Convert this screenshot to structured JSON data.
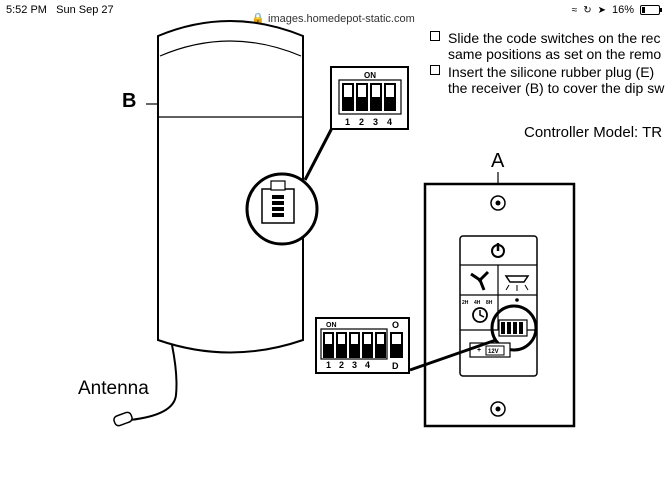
{
  "status_bar": {
    "time": "5:52 PM",
    "date": "Sun Sep 27",
    "url": "images.homedepot-static.com",
    "battery_percent": 16,
    "battery_label": "16%"
  },
  "instructions": [
    {
      "line1": "Slide the code switches on the rec",
      "line2": "same positions as set on the remo"
    },
    {
      "line1": "Insert the silicone rubber plug (E)",
      "line2": "the receiver (B) to cover the dip sw"
    }
  ],
  "controller_model": "Controller Model: TR",
  "labels": {
    "a": "A",
    "b": "B",
    "antenna": "Antenna",
    "on": "ON",
    "dip_numbers": [
      "1",
      "2",
      "3",
      "4"
    ],
    "d": "D",
    "o": "O",
    "voltage": "12V",
    "timer": [
      "2H",
      "4H",
      "8H"
    ]
  },
  "colors": {
    "ink": "#000000",
    "page": "#ffffff"
  },
  "icons": [
    "lock-icon",
    "wifi-icon",
    "orientation-lock-icon",
    "location-icon",
    "battery-icon",
    "power-icon",
    "fan-icon",
    "light-icon",
    "timer-icon"
  ]
}
